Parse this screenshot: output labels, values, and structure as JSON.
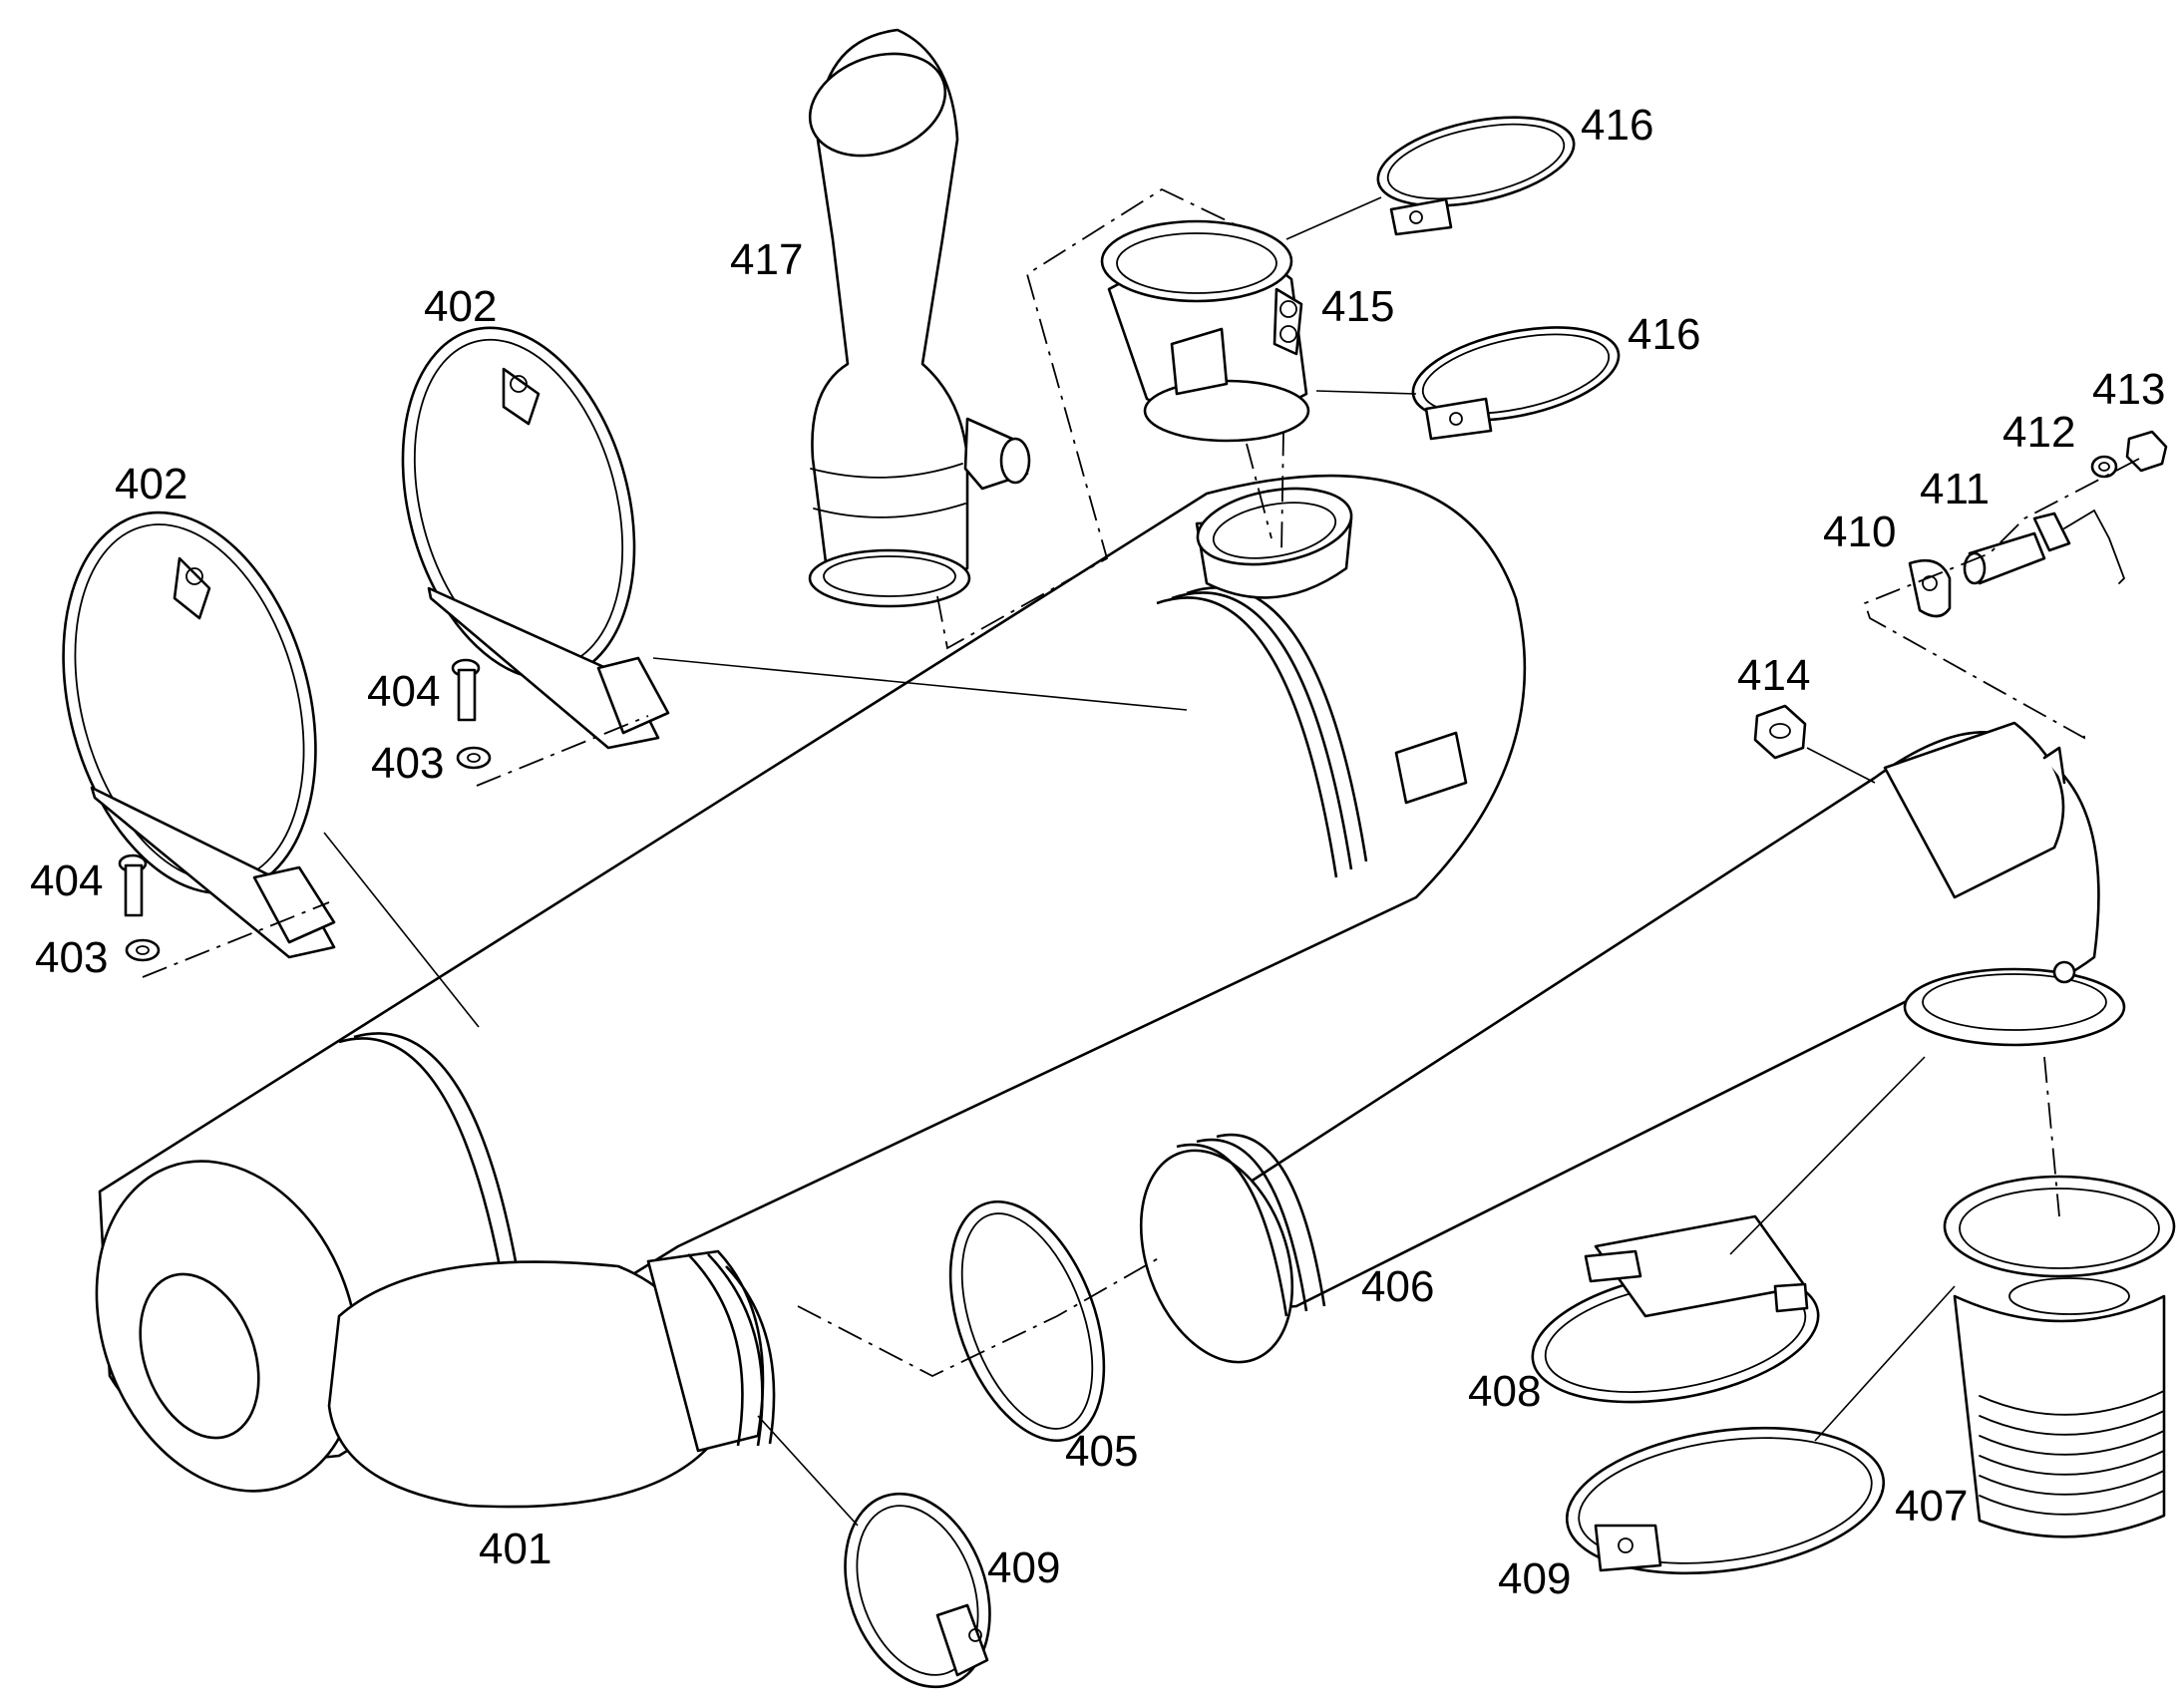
{
  "callouts": {
    "c401": "401",
    "c402a": "402",
    "c402b": "402",
    "c403a": "403",
    "c403b": "403",
    "c404a": "404",
    "c404b": "404",
    "c405": "405",
    "c406": "406",
    "c407": "407",
    "c408": "408",
    "c409a": "409",
    "c409b": "409",
    "c410": "410",
    "c411": "411",
    "c412": "412",
    "c413": "413",
    "c414": "414",
    "c415": "415",
    "c416a": "416",
    "c416b": "416",
    "c417": "417"
  },
  "colors": {
    "line": "#000000",
    "background": "#ffffff"
  }
}
